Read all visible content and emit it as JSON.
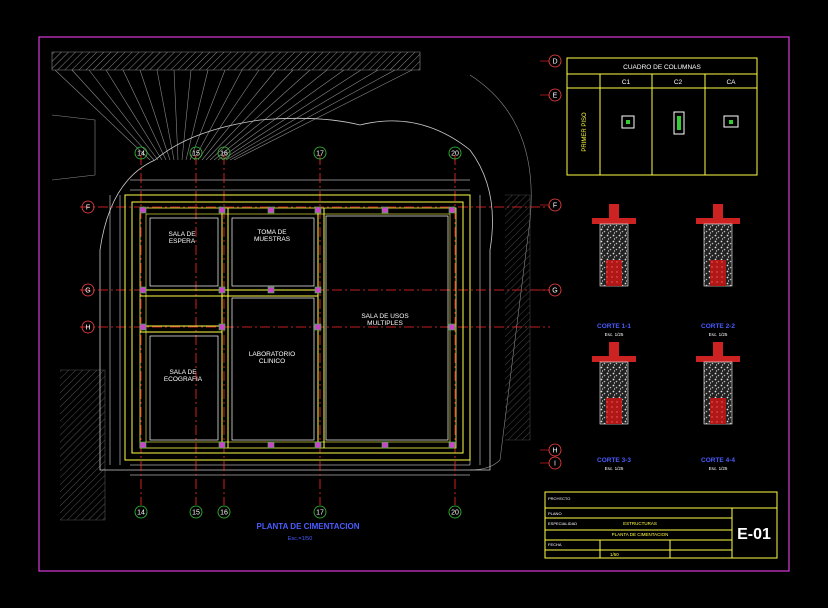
{
  "drawing": {
    "plan_title": "PLANTA DE CIMENTACION",
    "plan_scale": "Esc.=1/50",
    "sheet_number": "E-01",
    "colors": {
      "background": "#000000",
      "border": "#d838d8",
      "grid_axis": "#ff2a2a",
      "wall_outline": "#ffff44",
      "dimension": "#ffffff",
      "section_fill": "#cc2222",
      "column_marker": "#cc44cc",
      "label_blue": "#4a5cff",
      "hatch_gray": "#9a9a9a"
    }
  },
  "axes": {
    "vertical": [
      "14",
      "15",
      "16",
      "17",
      "20"
    ],
    "horizontal": [
      "F",
      "G",
      "H"
    ],
    "right_column": [
      "D",
      "E",
      "F",
      "G",
      "H",
      "I"
    ]
  },
  "rooms": [
    {
      "name": "sala-espera",
      "label": "SALA DE\nESPERA"
    },
    {
      "name": "toma-muestras",
      "label": "TOMA DE\nMUESTRAS"
    },
    {
      "name": "sala-usos-multiples",
      "label": "SALA DE USOS\nMULTIPLES"
    },
    {
      "name": "laboratorio",
      "label": "LABORATORIO\nCLINICO"
    },
    {
      "name": "sala-ecografia",
      "label": "SALA DE\nECOGRAFIA"
    }
  ],
  "column_schedule": {
    "title": "CUADRO DE COLUMNAS",
    "headers": [
      "C1",
      "C2",
      "CA"
    ],
    "row_label": "PRIMER PISO"
  },
  "sections": [
    {
      "label": "CORTE 1-1",
      "scale": "Esc. 1/25"
    },
    {
      "label": "CORTE 2-2",
      "scale": "Esc. 1/25"
    },
    {
      "label": "CORTE 3-3",
      "scale": "Esc. 1/25"
    },
    {
      "label": "CORTE 4-4",
      "scale": "Esc. 1/25"
    }
  ],
  "title_block": {
    "rows": [
      "PROYECTO",
      "PLANO",
      "ESPECIALIDAD",
      "FECHA"
    ],
    "specialty": "ESTRUCTURAS",
    "sheet_title": "PLANTA DE CIMENTACION",
    "scale": "1/50"
  }
}
